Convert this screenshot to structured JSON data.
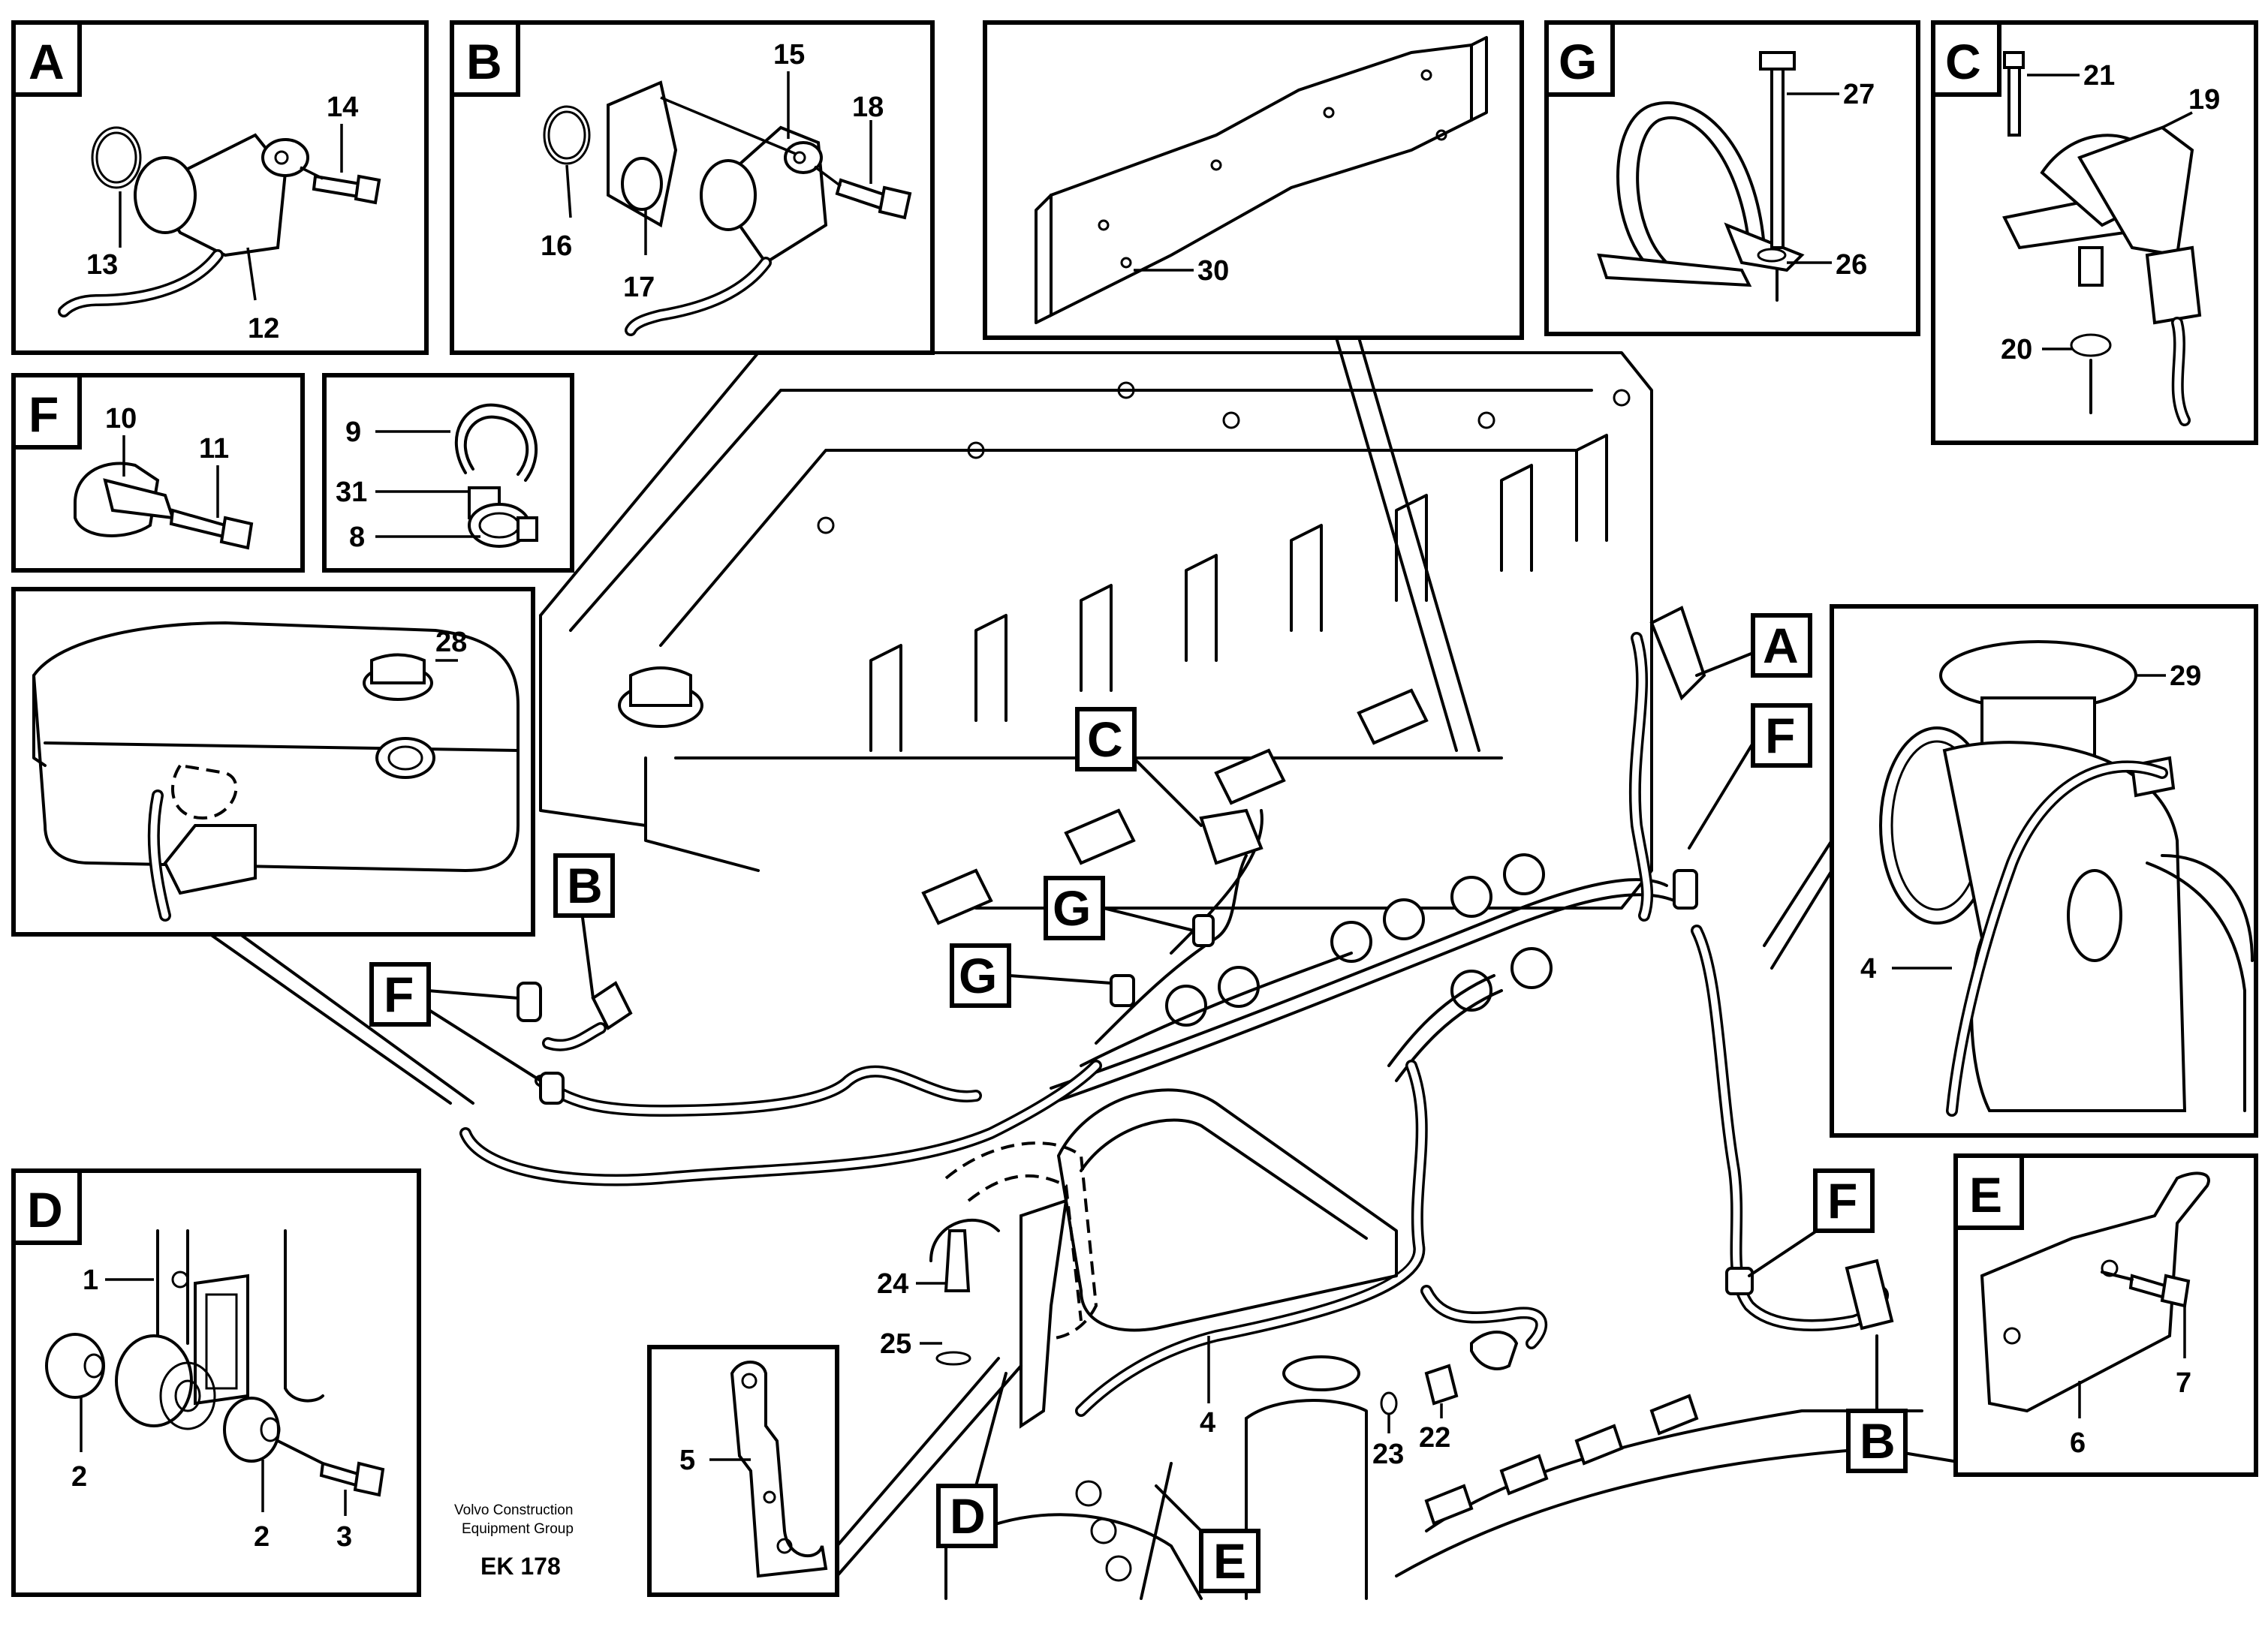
{
  "figure_code": "EK 178",
  "footer_lines": [
    "Volvo Construction",
    "Equipment Group"
  ],
  "detail_letters": {
    "A": "A",
    "B": "B",
    "C": "C",
    "D": "D",
    "E": "E",
    "F": "F",
    "G": "G"
  },
  "part_numbers": {
    "n1": "1",
    "n2": "2",
    "n3": "3",
    "n4": "4",
    "n5": "5",
    "n6": "6",
    "n7": "7",
    "n8": "8",
    "n9": "9",
    "n10": "10",
    "n11": "11",
    "n12": "12",
    "n13": "13",
    "n14": "14",
    "n15": "15",
    "n16": "16",
    "n17": "17",
    "n18": "18",
    "n19": "19",
    "n20": "20",
    "n21": "21",
    "n22": "22",
    "n23": "23",
    "n24": "24",
    "n25": "25",
    "n26": "26",
    "n27": "27",
    "n28": "28",
    "n29": "29",
    "n30": "30",
    "n31": "31"
  }
}
